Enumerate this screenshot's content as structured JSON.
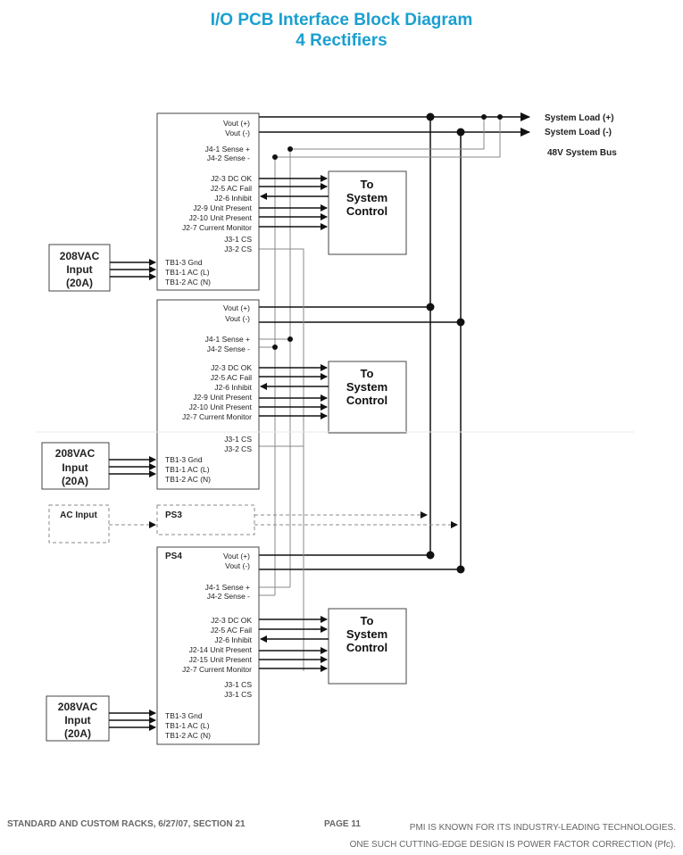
{
  "title": {
    "line1": "I/O PCB Interface Block Diagram",
    "line2": "4 Rectifiers"
  },
  "system": {
    "load_pos": "System Load (+)",
    "load_neg": "System Load (-)",
    "bus": "48V System Bus"
  },
  "rectifiers": [
    {
      "name": "",
      "vout": [
        "Vout (+)",
        "Vout (-)"
      ],
      "sense": [
        "J4-1 Sense +",
        "J4-2 Sense -"
      ],
      "signals": [
        "J2-3 DC OK",
        "J2-5 AC Fail",
        "J2-6 Inhibit",
        "J2-9 Unit Present",
        "J2-10 Unit Present",
        "J2-7 Current Monitor"
      ],
      "cs": [
        "J3-1 CS",
        "J3-2 CS"
      ],
      "tb": [
        "TB1-3 Gnd",
        "TB1-1 AC (L)",
        "TB1-2 AC (N)"
      ],
      "control": [
        "To",
        "System",
        "Control"
      ],
      "input": [
        "208VAC",
        "Input",
        "(20A)"
      ]
    },
    {
      "name": "",
      "vout": [
        "Vout (+)",
        "Vout (-)"
      ],
      "sense": [
        "J4-1 Sense +",
        "J4-2 Sense -"
      ],
      "signals": [
        "J2-3 DC OK",
        "J2-5 AC Fail",
        "J2-6 Inhibit",
        "J2-9 Unit Present",
        "J2-10 Unit Present",
        "J2-7 Current Monitor"
      ],
      "cs": [
        "J3-1 CS",
        "J3-2 CS"
      ],
      "tb": [
        "TB1-3 Gnd",
        "TB1-1 AC (L)",
        "TB1-2 AC (N)"
      ],
      "control": [
        "To",
        "System",
        "Control"
      ],
      "input": [
        "208VAC",
        "Input",
        "(20A)"
      ]
    },
    {
      "name": "PS4",
      "vout": [
        "Vout (+)",
        "Vout (-)"
      ],
      "sense": [
        "J4-1 Sense +",
        "J4-2 Sense -"
      ],
      "signals": [
        "J2-3 DC OK",
        "J2-5 AC Fail",
        "J2-6 Inhibit",
        "J2-14 Unit Present",
        "J2-15 Unit Present",
        "J2-7 Current Monitor"
      ],
      "cs": [
        "J3-1 CS",
        "J3-1 CS"
      ],
      "tb": [
        "TB1-3 Gnd",
        "TB1-1 AC (L)",
        "TB1-2 AC (N)"
      ],
      "control": [
        "To",
        "System",
        "Control"
      ],
      "input": [
        "208VAC",
        "Input",
        "(20A)"
      ]
    }
  ],
  "ps3": {
    "name": "PS3",
    "input": "AC Input"
  },
  "footer": {
    "left": "STANDARD AND CUSTOM RACKS, 6/27/07, SECTION 21",
    "page": "PAGE 11",
    "right1": "PMI IS KNOWN FOR ITS INDUSTRY-LEADING TECHNOLOGIES.",
    "right2": "ONE SUCH CUTTING-EDGE DESIGN IS POWER FACTOR CORRECTION (Pfc)."
  }
}
